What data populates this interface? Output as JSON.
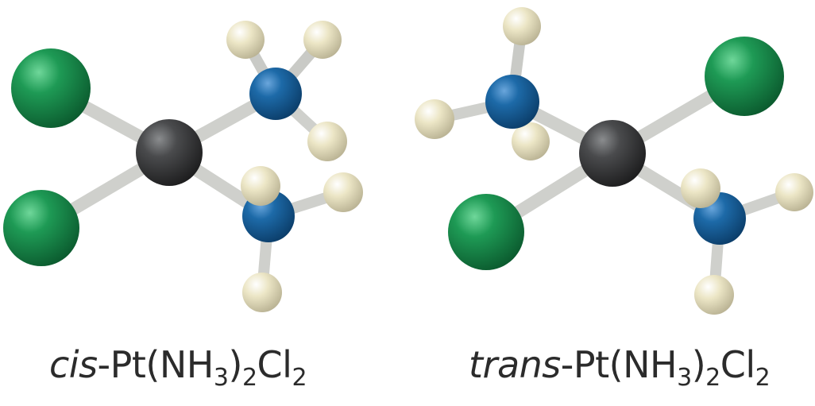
{
  "colors": {
    "platinum": "#3a3b3c",
    "chlorine": "#1e9a55",
    "nitrogen": "#1d6aa8",
    "hydrogen": "#ece6c6",
    "bond": "#cfd0cc",
    "text": "#2b2b2b"
  },
  "molecules": [
    {
      "id": "cis",
      "caption": {
        "prefix": "cis",
        "dash": "-",
        "part1": "Pt(NH",
        "sub1": "3",
        "part2": ")",
        "sub2": "2",
        "part3": "Cl",
        "sub3": "2"
      }
    },
    {
      "id": "trans",
      "caption": {
        "prefix": "trans",
        "dash": "-",
        "part1": "Pt(NH",
        "sub1": "3",
        "part2": ")",
        "sub2": "2",
        "part3": "Cl",
        "sub3": "2"
      }
    }
  ]
}
